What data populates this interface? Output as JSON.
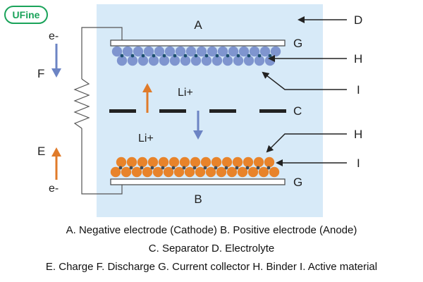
{
  "logo": {
    "text": "UFine",
    "color": "#1aa35a"
  },
  "labels": {
    "A": "A",
    "B": "B",
    "C": "C",
    "D": "D",
    "G_top": "G",
    "G_bottom": "G",
    "H_top": "H",
    "H_bottom": "H",
    "I_top": "I",
    "I_bottom": "I",
    "E": "E",
    "F": "F",
    "e_top": "e-",
    "e_bottom": "e-",
    "li_upper": "Li+",
    "li_lower": "Li+"
  },
  "captions": {
    "line1": "A. Negative electrode (Cathode) B. Positive electrode (Anode)",
    "line2": "C. Separator D. Electrolyte",
    "line3": "E. Charge F. Discharge G. Current collector H. Binder I. Active material"
  },
  "colors": {
    "electrolyte": "#d7eaf8",
    "cathode_particle": "#7f95cf",
    "anode_particle": "#e8832a",
    "binder": "#1c4f6e",
    "anode_binder": "#3f4b57",
    "arrow_blue": "#6c84c4",
    "arrow_orange": "#e07b2a",
    "line": "#222222"
  }
}
